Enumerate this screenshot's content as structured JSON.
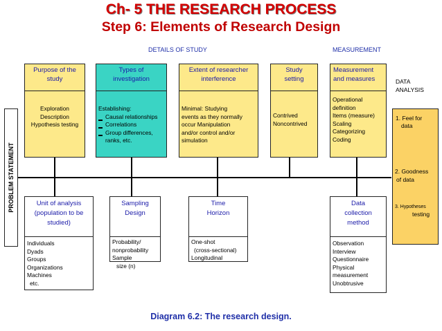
{
  "title": "Ch- 5 THE RESEARCH PROCESS",
  "subtitle": "Step 6: Elements of Research Design",
  "headers": {
    "details": "DETAILS OF STUDY",
    "measurement": "MEASUREMENT"
  },
  "problem_statement": "PROBLEM STATEMENT",
  "top_boxes": [
    {
      "head": [
        "Purpose of the",
        "study"
      ],
      "body": [
        "Exploration",
        "Description",
        "Hypothesis testing"
      ]
    },
    {
      "head": [
        "Types of",
        "investigation"
      ],
      "body": [
        "Establishing:",
        "Causal relationships",
        "Correlations",
        "Group differences,",
        "ranks, etc."
      ]
    },
    {
      "head": [
        "Extent of researcher",
        "interference"
      ],
      "body": [
        "Minimal: Studying",
        "events as they normally",
        "occur Manipulation",
        "and/or control and/or",
        "simulation"
      ]
    },
    {
      "head": [
        "Study",
        "setting"
      ],
      "body": [
        "Contrived",
        "Noncontrived"
      ]
    },
    {
      "head": [
        "Measurement",
        "and measures"
      ],
      "body": [
        "Operational",
        "definition",
        "Items (measure)",
        "Scaling",
        "Categorizing",
        "Coding"
      ]
    }
  ],
  "bottom_boxes": [
    {
      "head": [
        "Unit of analysis",
        "(population to be",
        "studied)"
      ],
      "body": [
        "Individuals",
        "Dyads",
        "Groups",
        "Organizations",
        "Machines",
        "etc."
      ]
    },
    {
      "head": [
        "Sampling",
        "Design"
      ],
      "body": [
        "Probability/",
        "nonprobability",
        "Sample",
        "size (n)"
      ]
    },
    {
      "head": [
        "Time",
        "Horizon"
      ],
      "body": [
        "One-shot",
        "(cross-sectional)",
        "Longitudinal"
      ]
    },
    {
      "head": [
        "Data",
        "collection",
        "method"
      ],
      "body": [
        "Observation",
        "Interview",
        "Questionnaire",
        "Physical",
        "measurement",
        "Unobtrusive"
      ]
    }
  ],
  "data_analysis": {
    "label": [
      "DATA",
      "ANALYSIS"
    ],
    "items": [
      [
        "1. Feel for",
        "data"
      ],
      [
        "2. Goodness",
        "of data"
      ],
      [
        "3. Hypotheses",
        "testing"
      ]
    ]
  },
  "caption": "Diagram 6.2: The research design.",
  "colors": {
    "title": "#d40000",
    "subtitle": "#c00000",
    "heading_text": "#1a1aa8",
    "yellow": "#fde98a",
    "teal": "#3ad4c4",
    "analysis": "#fbd265"
  }
}
